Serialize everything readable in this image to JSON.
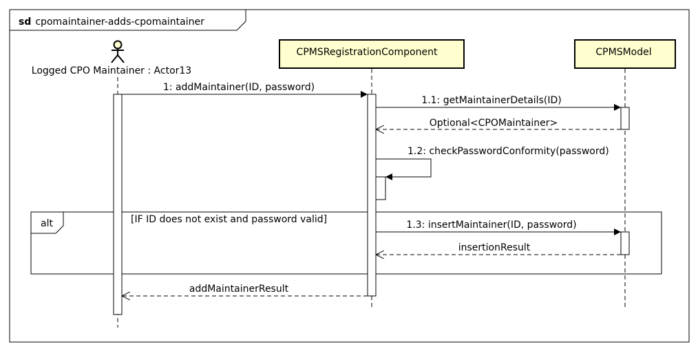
{
  "diagram": {
    "kind_keyword": "sd",
    "name": "cpomaintainer-adds-cpomaintainer",
    "colors": {
      "participant_fill": "#FEFECE",
      "stroke": "#000000",
      "background": "#FFFFFF"
    }
  },
  "participants": {
    "actor": {
      "label": "Logged CPO Maintainer : Actor13",
      "icon": "stick-figure-actor-icon"
    },
    "registration": {
      "label": "CPMSRegistrationComponent"
    },
    "model": {
      "label": "CPMSModel"
    }
  },
  "messages": {
    "m1": "1: addMaintainer(ID, password)",
    "m1_1": "1.1: getMaintainerDetails(ID)",
    "r1_1": "Optional<CPOMaintainer>",
    "m1_2": "1.2: checkPasswordConformity(password)",
    "m1_3": "1.3: insertMaintainer(ID, password)",
    "r1_3": "insertionResult",
    "r1": "addMaintainerResult"
  },
  "fragments": {
    "alt": {
      "operator": "alt",
      "guard": "[IF ID does not exist and password valid]"
    }
  }
}
